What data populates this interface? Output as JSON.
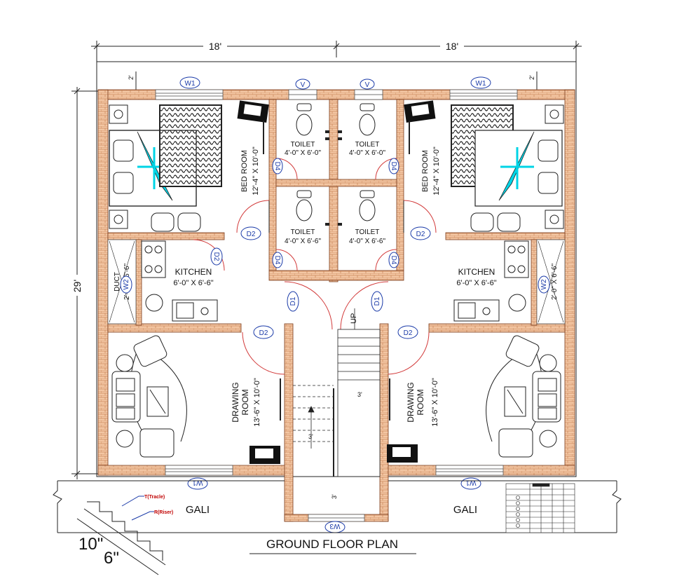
{
  "plan": {
    "title": "GROUND FLOOR PLAN",
    "dim_left_width": "18'",
    "dim_right_width": "18'",
    "dim_height": "29'",
    "dim_2_left": "2'",
    "dim_2_right": "2'",
    "road_left": "GALI",
    "road_right": "GALI",
    "stair_up": "UP",
    "stair_dim_1": "3'",
    "stair_dim_2": "3'",
    "stair_dim_3": "3'"
  },
  "rooms": {
    "bed_room_left": {
      "name": "BED ROOM",
      "size": "12'-4\" X 10'-0\""
    },
    "bed_room_right": {
      "name": "BED ROOM",
      "size": "12'-4\" X 10'-0\""
    },
    "toilet_tl": {
      "name": "TOILET",
      "size": "4'-0\" X 6'-0\""
    },
    "toilet_tr": {
      "name": "TOILET",
      "size": "4'-0\" X 6'-0\""
    },
    "toilet_bl": {
      "name": "TOILET",
      "size": "4'-0\" X 6'-6\""
    },
    "toilet_br": {
      "name": "TOILET",
      "size": "4'-0\" X 6'-6\""
    },
    "kitchen_left": {
      "name": "KITCHEN",
      "size": "6'-0\" X 6'-6\""
    },
    "kitchen_right": {
      "name": "KITCHEN",
      "size": "6'-0\" X 6'-6\""
    },
    "duct_left": {
      "name": "DUCT",
      "size": "2'-0\" X 6'-6\""
    },
    "duct_right": {
      "name": "",
      "size": "2'-0\" X 6'-6\""
    },
    "drawing_left": {
      "name": "DRAWING",
      "name2": "ROOM",
      "size": "13'-6\" X 10'-0\""
    },
    "drawing_right": {
      "name": "DRAWING",
      "name2": "ROOM",
      "size": "13'-6\" X 10'-0\""
    }
  },
  "doors": {
    "w1_tl": "W1",
    "w1_tr": "W1",
    "v_l": "V",
    "v_r": "V",
    "d2_bed_l": "D2",
    "d2_bed_r": "D2",
    "d2_kit_l": "D2",
    "d4_1": "D4",
    "d4_2": "D4",
    "d4_3": "D4",
    "d4_4": "D4",
    "d1_l": "D1",
    "d1_r": "D1",
    "d2_draw_l": "D2",
    "d2_draw_r": "D2",
    "w2_l": "W2",
    "w2_r": "W2",
    "w1_bl": "W1",
    "w1_br": "W1",
    "w3": "W3"
  },
  "stair_detail": {
    "tread": "T(Tracle)",
    "riser": "R(Riser)",
    "tread_size": "10\"",
    "riser_size": "6\""
  },
  "colors": {
    "brick": "#f3c6a3",
    "brick_line": "#b86a3a",
    "door_mark": "#1a3aa8",
    "door_swing": "#d23a3a",
    "bed_accent": "#00d4e6",
    "annotation_red": "#c00000"
  }
}
